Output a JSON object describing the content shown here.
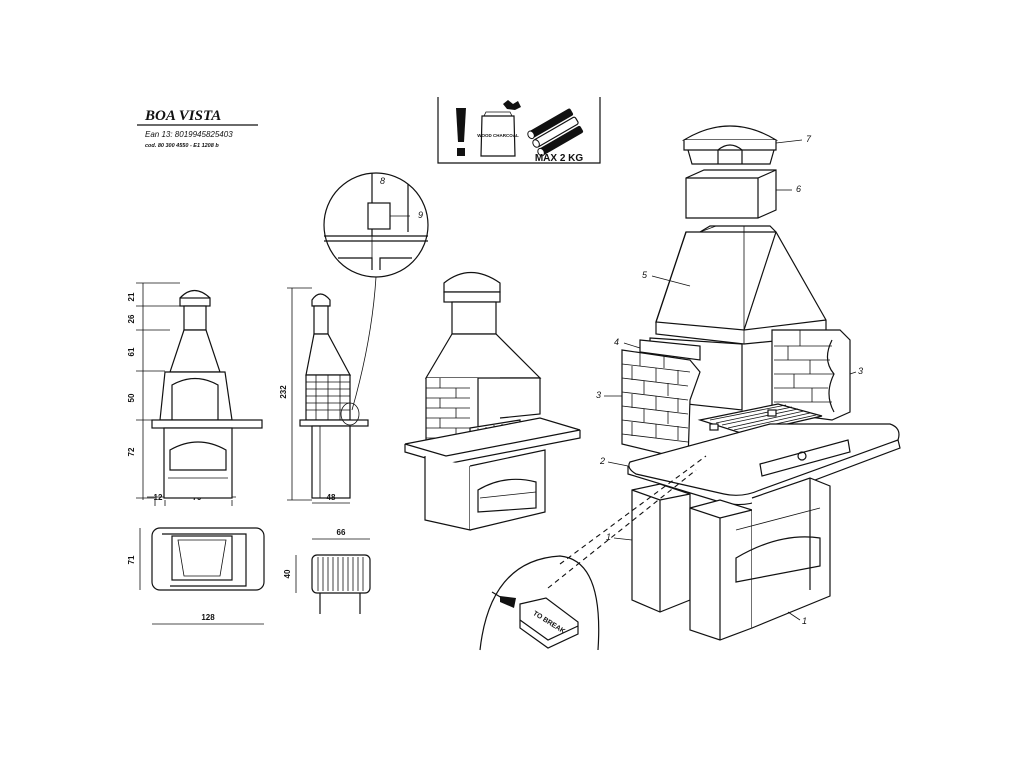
{
  "header": {
    "title": "BOA VISTA",
    "ean": "Ean 13:  8019945825403",
    "cod": "cod. 80 300 4550 - E1 1208 b"
  },
  "warning_box": {
    "bag_label": "WOOD CHARCOAL",
    "max_load": "MAX 2 KG"
  },
  "front_view": {
    "heights": [
      "21",
      "26",
      "61",
      "50",
      "72"
    ],
    "widths": [
      "12",
      "79"
    ]
  },
  "side_view": {
    "height": "232",
    "depth": "48"
  },
  "top_view": {
    "depth": "71",
    "width": "128"
  },
  "grill_view": {
    "width": "66",
    "depth": "40"
  },
  "detail_callout": {
    "labels": [
      "8",
      "9"
    ]
  },
  "exploded_view": {
    "part_numbers": [
      "7",
      "6",
      "5",
      "4",
      "3",
      "3",
      "2",
      "1",
      "1"
    ]
  },
  "tag_callout": {
    "text": "TO BREAK"
  },
  "icons": [
    "exclamation-icon",
    "charcoal-bag-icon",
    "wood-logs-icon"
  ]
}
